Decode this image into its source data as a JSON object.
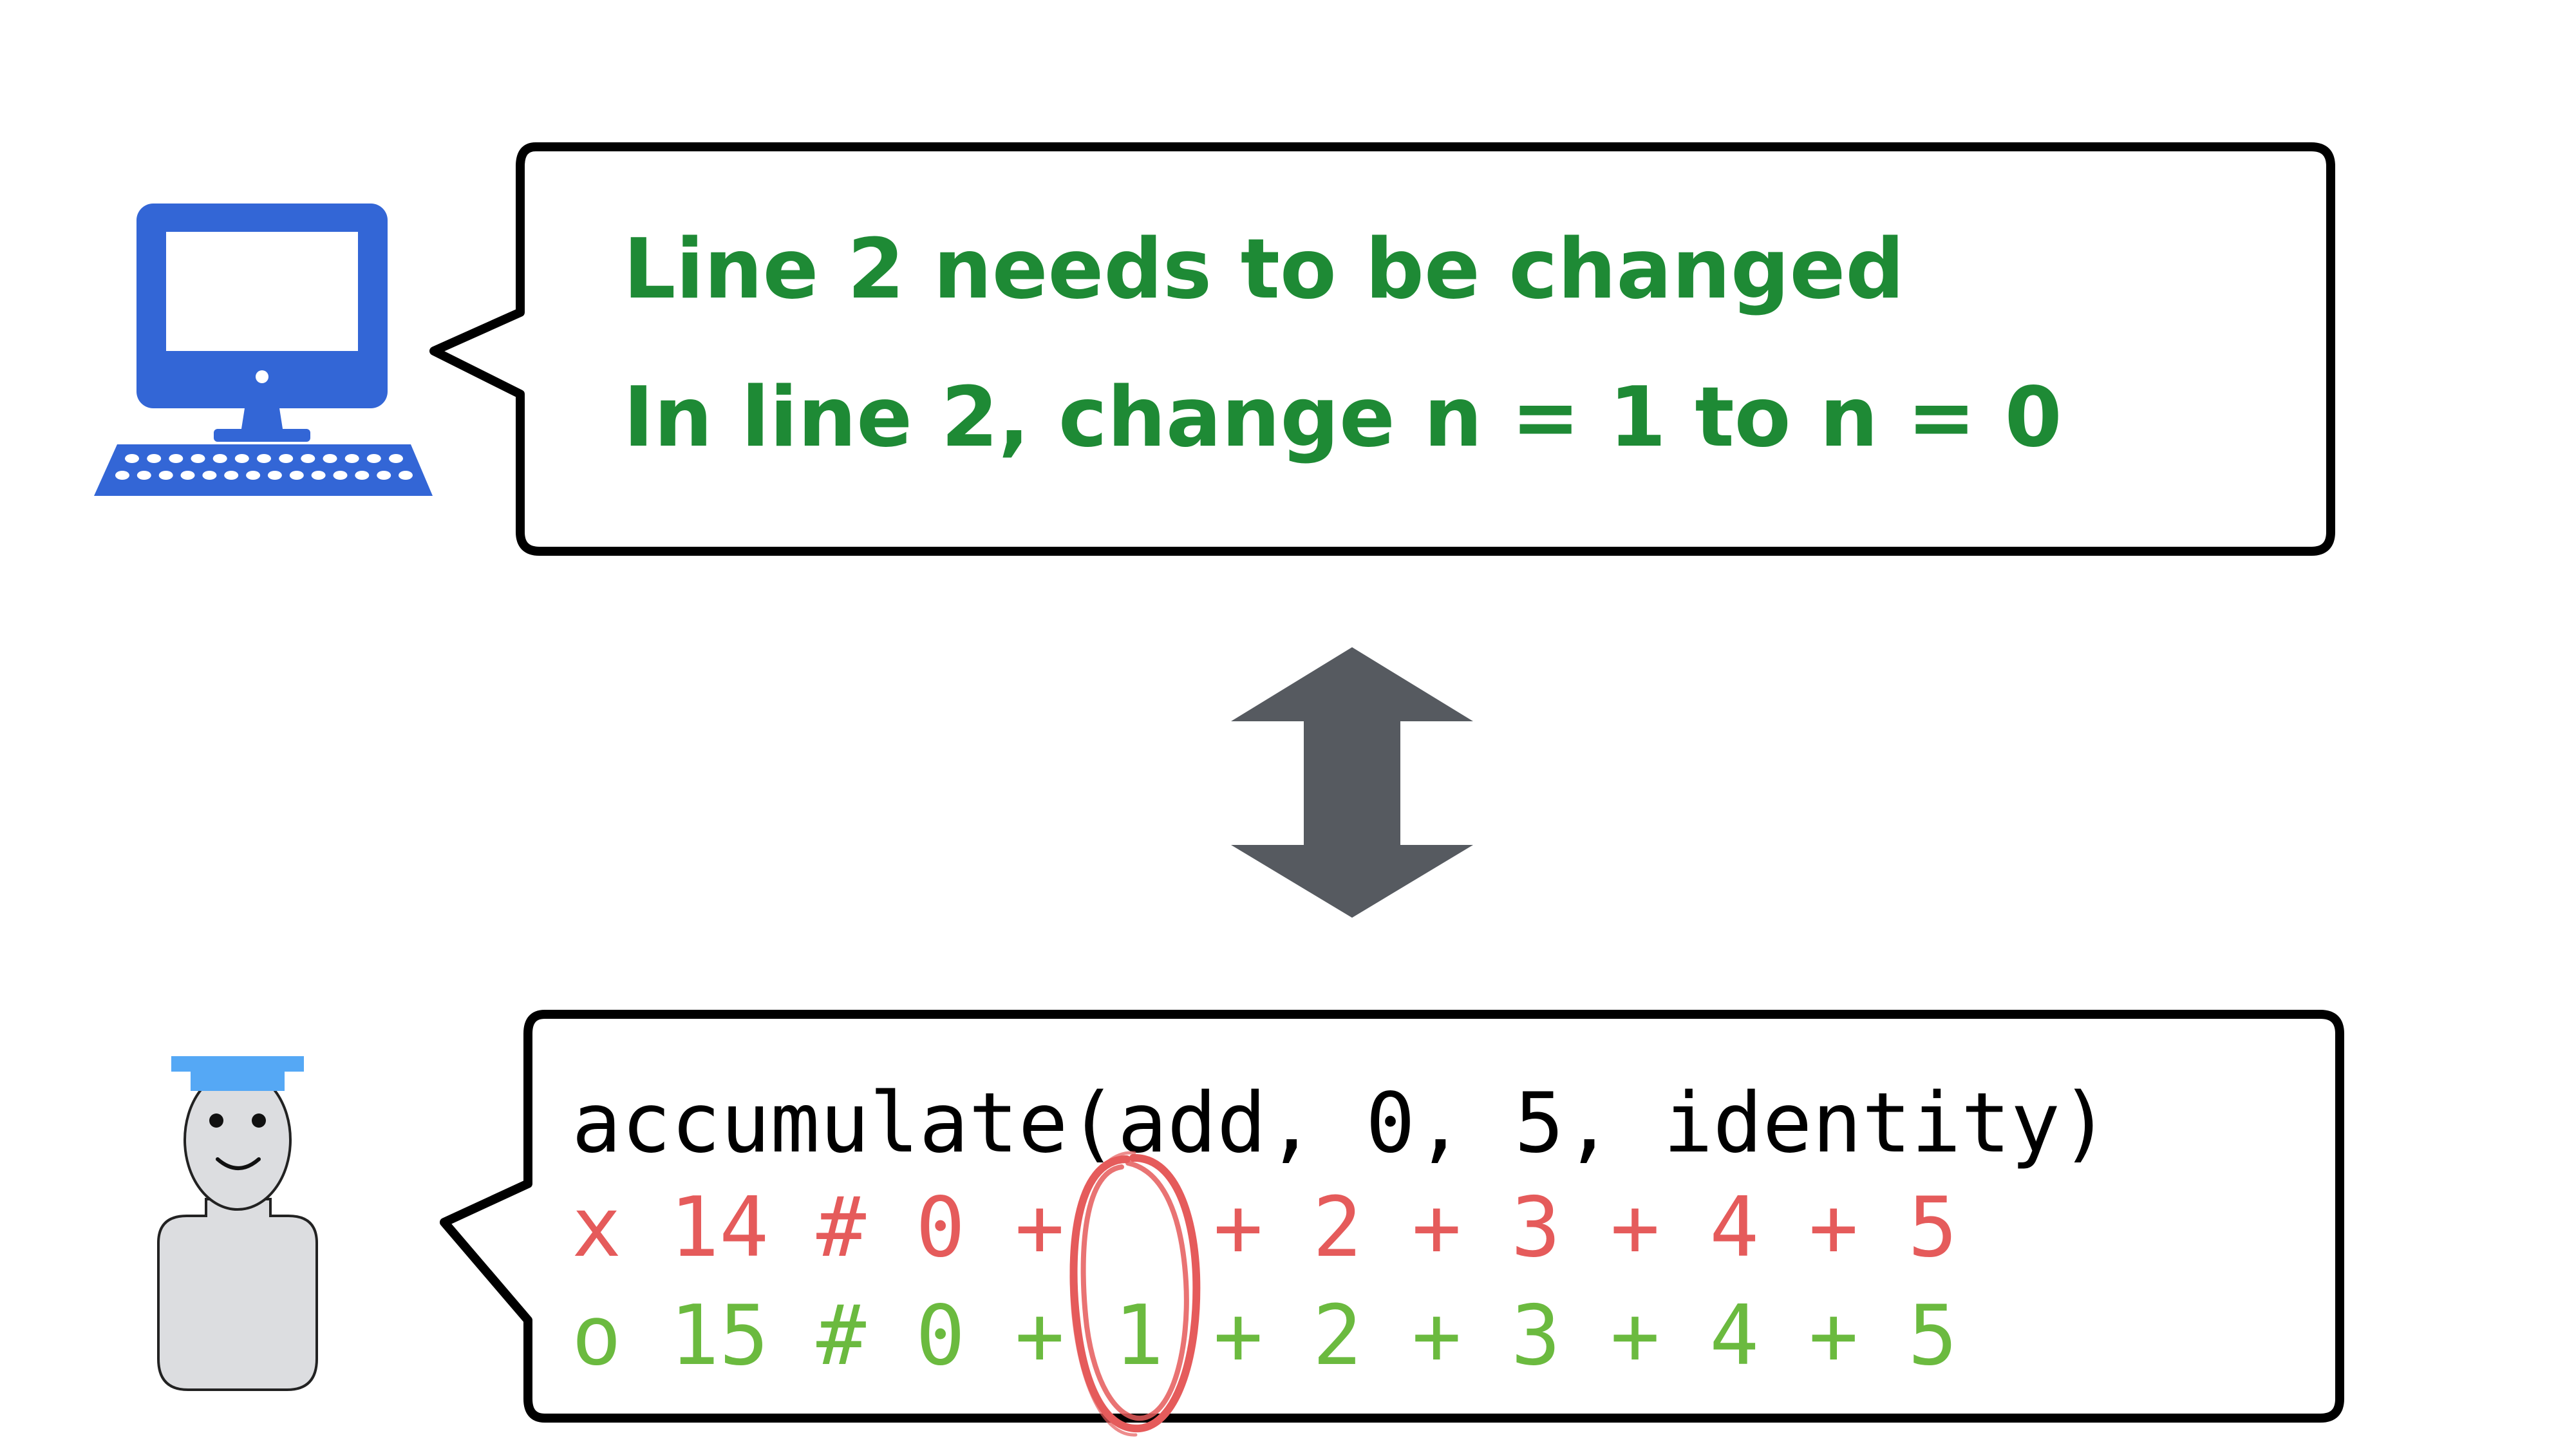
{
  "computer_message": {
    "line1": "Line 2 needs to be changed",
    "line2": "In line 2, change n = 1 to n = 0",
    "color": "#1e8a35"
  },
  "student_message": {
    "call": "accumulate(add, 0, 5, identity)",
    "wrong": {
      "mark": "x",
      "value": "14",
      "expr": "# 0 +   + 2 + 3 + 4 + 5",
      "color": "#e55b5b"
    },
    "right": {
      "mark": "o",
      "value": "15",
      "expr": "# 0 + 1 + 2 + 3 + 4 + 5",
      "color": "#6bba3f"
    },
    "highlight_color": "#e55b5b"
  },
  "icons": {
    "computer": "desktop-computer-icon",
    "student": "student-avatar-icon",
    "arrow": "bidirectional-arrow-icon",
    "computer_color": "#3366d6",
    "student_cap_color": "#55a8f5",
    "arrow_color": "#565a60"
  }
}
